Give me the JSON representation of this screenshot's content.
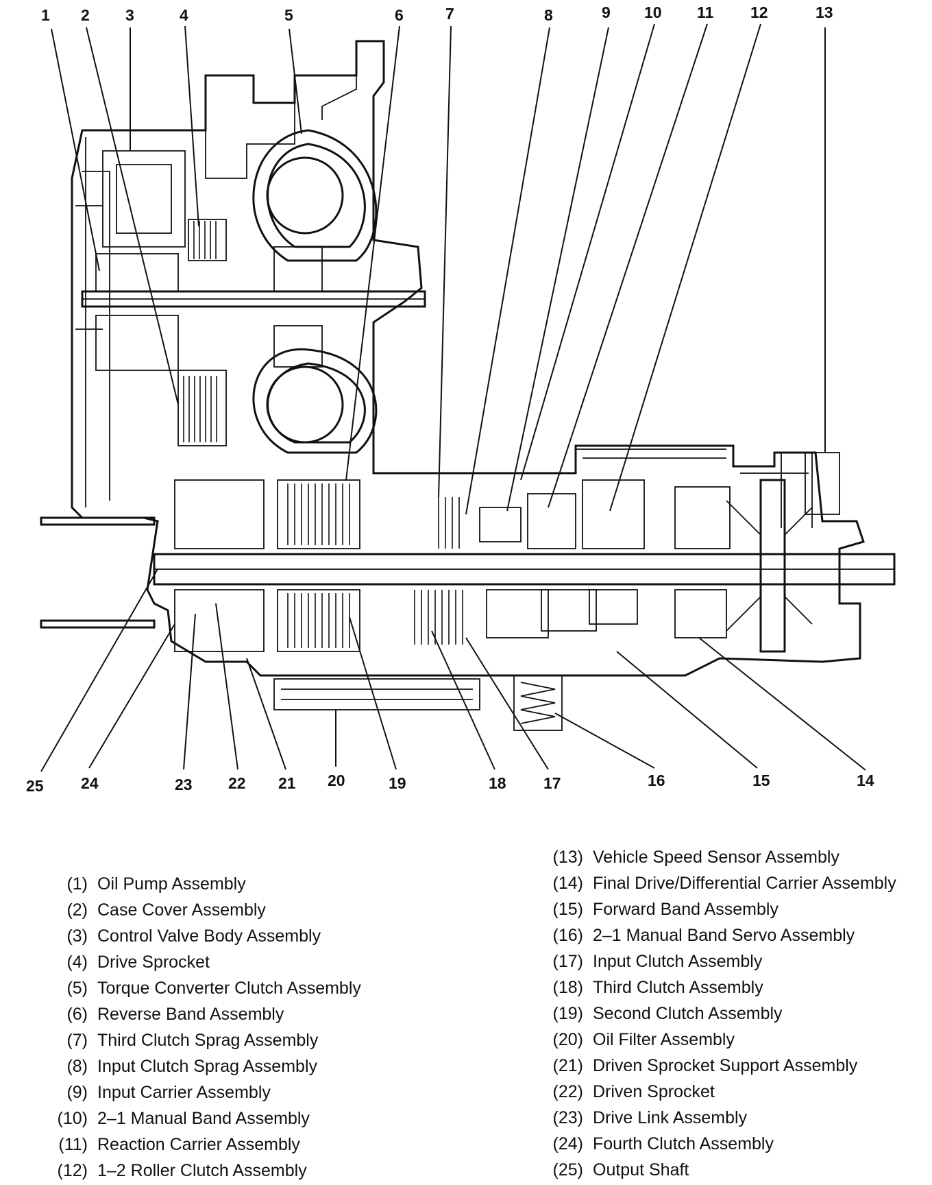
{
  "callouts": [
    {
      "n": "1"
    },
    {
      "n": "2"
    },
    {
      "n": "3"
    },
    {
      "n": "4"
    },
    {
      "n": "5"
    },
    {
      "n": "6"
    },
    {
      "n": "7"
    },
    {
      "n": "8"
    },
    {
      "n": "9"
    },
    {
      "n": "10"
    },
    {
      "n": "11"
    },
    {
      "n": "12"
    },
    {
      "n": "13"
    },
    {
      "n": "14"
    },
    {
      "n": "15"
    },
    {
      "n": "16"
    },
    {
      "n": "17"
    },
    {
      "n": "18"
    },
    {
      "n": "19"
    },
    {
      "n": "20"
    },
    {
      "n": "21"
    },
    {
      "n": "22"
    },
    {
      "n": "23"
    },
    {
      "n": "24"
    },
    {
      "n": "25"
    }
  ],
  "legend": {
    "left": [
      {
        "num": "(1)",
        "label": "Oil Pump Assembly"
      },
      {
        "num": "(2)",
        "label": "Case Cover Assembly"
      },
      {
        "num": "(3)",
        "label": "Control Valve Body Assembly"
      },
      {
        "num": "(4)",
        "label": "Drive Sprocket"
      },
      {
        "num": "(5)",
        "label": "Torque Converter Clutch Assembly"
      },
      {
        "num": "(6)",
        "label": "Reverse Band Assembly"
      },
      {
        "num": "(7)",
        "label": "Third Clutch Sprag Assembly"
      },
      {
        "num": "(8)",
        "label": "Input Clutch Sprag Assembly"
      },
      {
        "num": "(9)",
        "label": "Input Carrier Assembly"
      },
      {
        "num": "(10)",
        "label": "2–1 Manual Band Assembly"
      },
      {
        "num": "(11)",
        "label": "Reaction Carrier Assembly"
      },
      {
        "num": "(12)",
        "label": "1–2 Roller Clutch Assembly"
      }
    ],
    "right": [
      {
        "num": "(13)",
        "label": "Vehicle Speed Sensor Assembly"
      },
      {
        "num": "(14)",
        "label": "Final Drive/Differential Carrier Assembly"
      },
      {
        "num": "(15)",
        "label": "Forward Band Assembly"
      },
      {
        "num": "(16)",
        "label": "2–1 Manual Band Servo Assembly"
      },
      {
        "num": "(17)",
        "label": "Input Clutch Assembly"
      },
      {
        "num": "(18)",
        "label": "Third Clutch Assembly"
      },
      {
        "num": "(19)",
        "label": "Second Clutch Assembly"
      },
      {
        "num": "(20)",
        "label": "Oil Filter Assembly"
      },
      {
        "num": "(21)",
        "label": "Driven Sprocket Support Assembly"
      },
      {
        "num": "(22)",
        "label": "Driven Sprocket"
      },
      {
        "num": "(23)",
        "label": "Drive Link Assembly"
      },
      {
        "num": "(24)",
        "label": "Fourth Clutch Assembly"
      },
      {
        "num": "(25)",
        "label": "Output Shaft"
      }
    ]
  }
}
